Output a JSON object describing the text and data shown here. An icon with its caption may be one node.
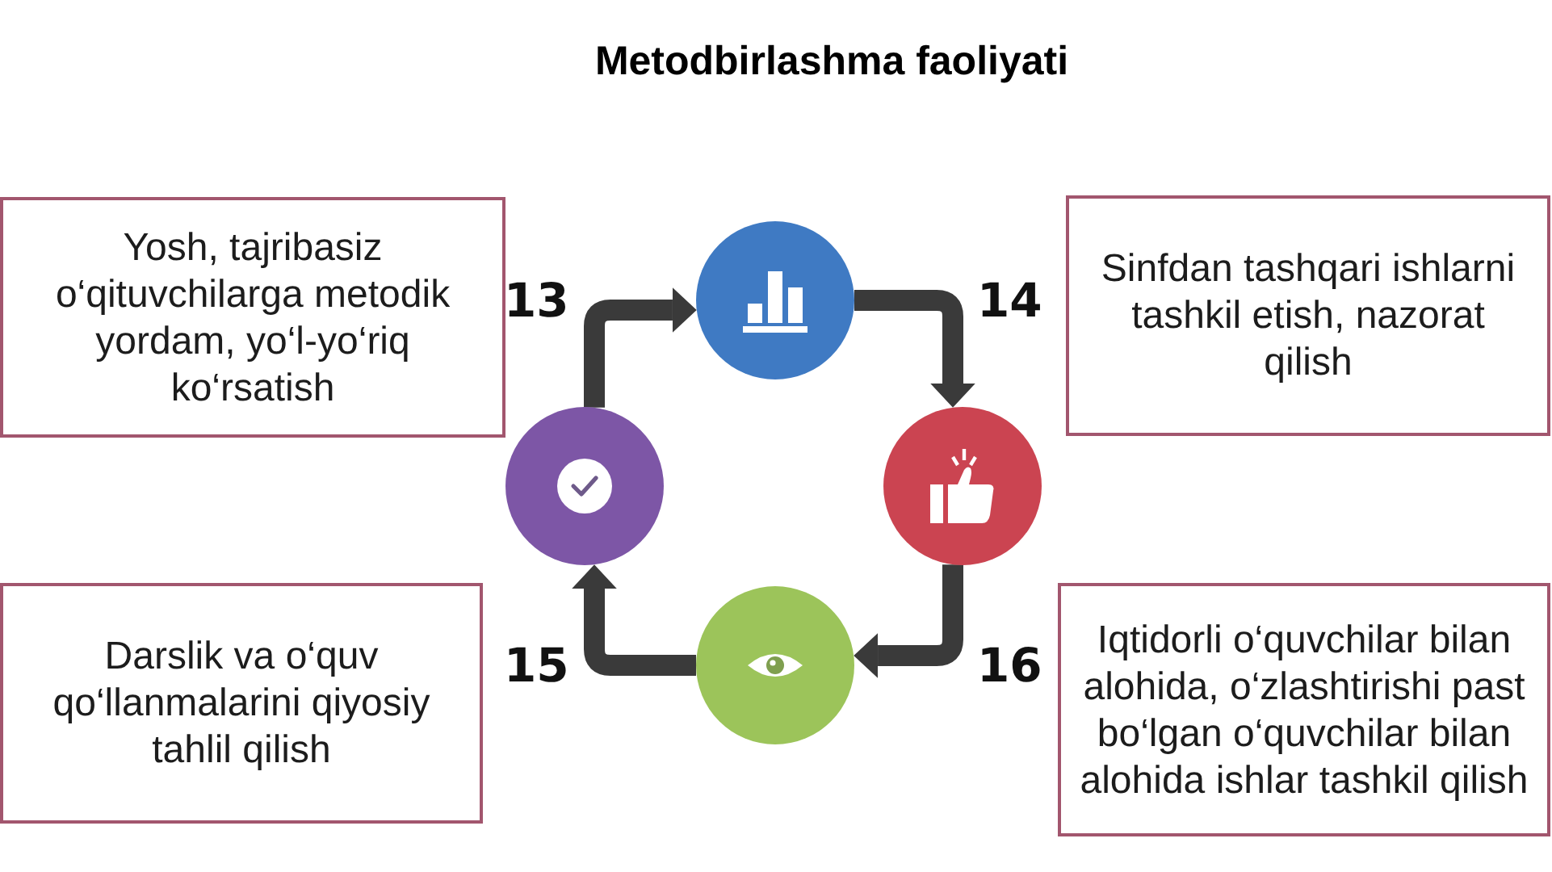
{
  "diagram": {
    "title": "Metodbirlashma faoliyati",
    "nodes": [
      {
        "text": [
          "Yosh, tajribasiz o‘qituvchilarga metodik yordam, yo‘l-yo‘riq ko‘rsatish"
        ]
      },
      {
        "text": [],
        "shape": "circle"
      },
      {
        "text": [
          "Sinfdan tashqari ishlarni tashkil etish, nazorat qilish"
        ]
      },
      {
        "text": [],
        "shape": "circle"
      },
      {
        "text": [],
        "shape": "circle"
      },
      {
        "text": [
          "Darslik va o‘quv qo‘llanmalarini qiyosiy tahlil qilish"
        ]
      },
      {
        "text": [],
        "shape": "circle"
      },
      {
        "text": [
          "Iqtidorli o‘quvchilar bilan alohida, o‘zlashtirishi past bo‘lgan o‘quvchilar bilan alohida ishlar tashkil qilish"
        ]
      }
    ],
    "edges": [
      {
        "from": 3,
        "to": 1,
        "arrow": "to"
      },
      {
        "from": 1,
        "to": 4,
        "arrow": "to"
      },
      {
        "from": 4,
        "to": 6,
        "arrow": "to"
      },
      {
        "from": 6,
        "to": 3,
        "arrow": "to"
      }
    ],
    "labels": [
      "13",
      "14",
      "15",
      "16"
    ]
  }
}
